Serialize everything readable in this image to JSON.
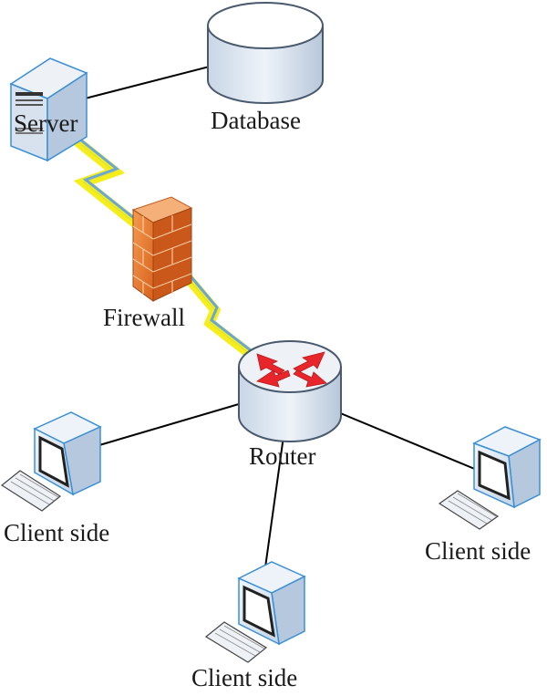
{
  "nodes": {
    "server": {
      "label": "Server"
    },
    "database": {
      "label": "Database"
    },
    "firewall": {
      "label": "Firewall"
    },
    "router": {
      "label": "Router"
    },
    "client_left": {
      "label": "Client side"
    },
    "client_right": {
      "label": "Client side"
    },
    "client_bottom": {
      "label": "Client side"
    }
  },
  "colors": {
    "cylinder_fill": "#dde6f1",
    "cylinder_stroke": "#4a5a6e",
    "lightning": "#f5ee1a",
    "link_line": "#000000",
    "firewall_brick": "#e9782c",
    "router_arrows": "#e8252a",
    "monitor_frame": "#3a8fd6"
  },
  "icons": [
    "server-icon",
    "database-icon",
    "firewall-icon",
    "router-icon",
    "client-computer-icon",
    "keyboard-icon",
    "lightning-link-icon"
  ]
}
